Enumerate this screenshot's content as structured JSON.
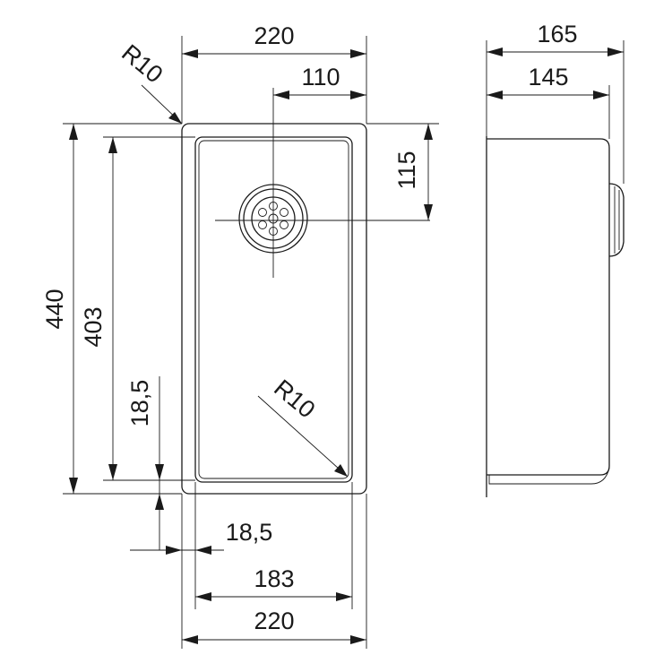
{
  "drawing": {
    "top_view": {
      "top_width": "220",
      "drain_offset_x": "110",
      "drain_offset_y": "115",
      "outer_length": "440",
      "inner_length": "403",
      "rim_side": "18,5",
      "rim_bottom": "18,5",
      "inner_width": "183",
      "bottom_width": "220",
      "corner_radius_outer": "R10",
      "corner_radius_inner": "R10"
    },
    "side_view": {
      "total_depth": "165",
      "bowl_depth": "145"
    }
  }
}
